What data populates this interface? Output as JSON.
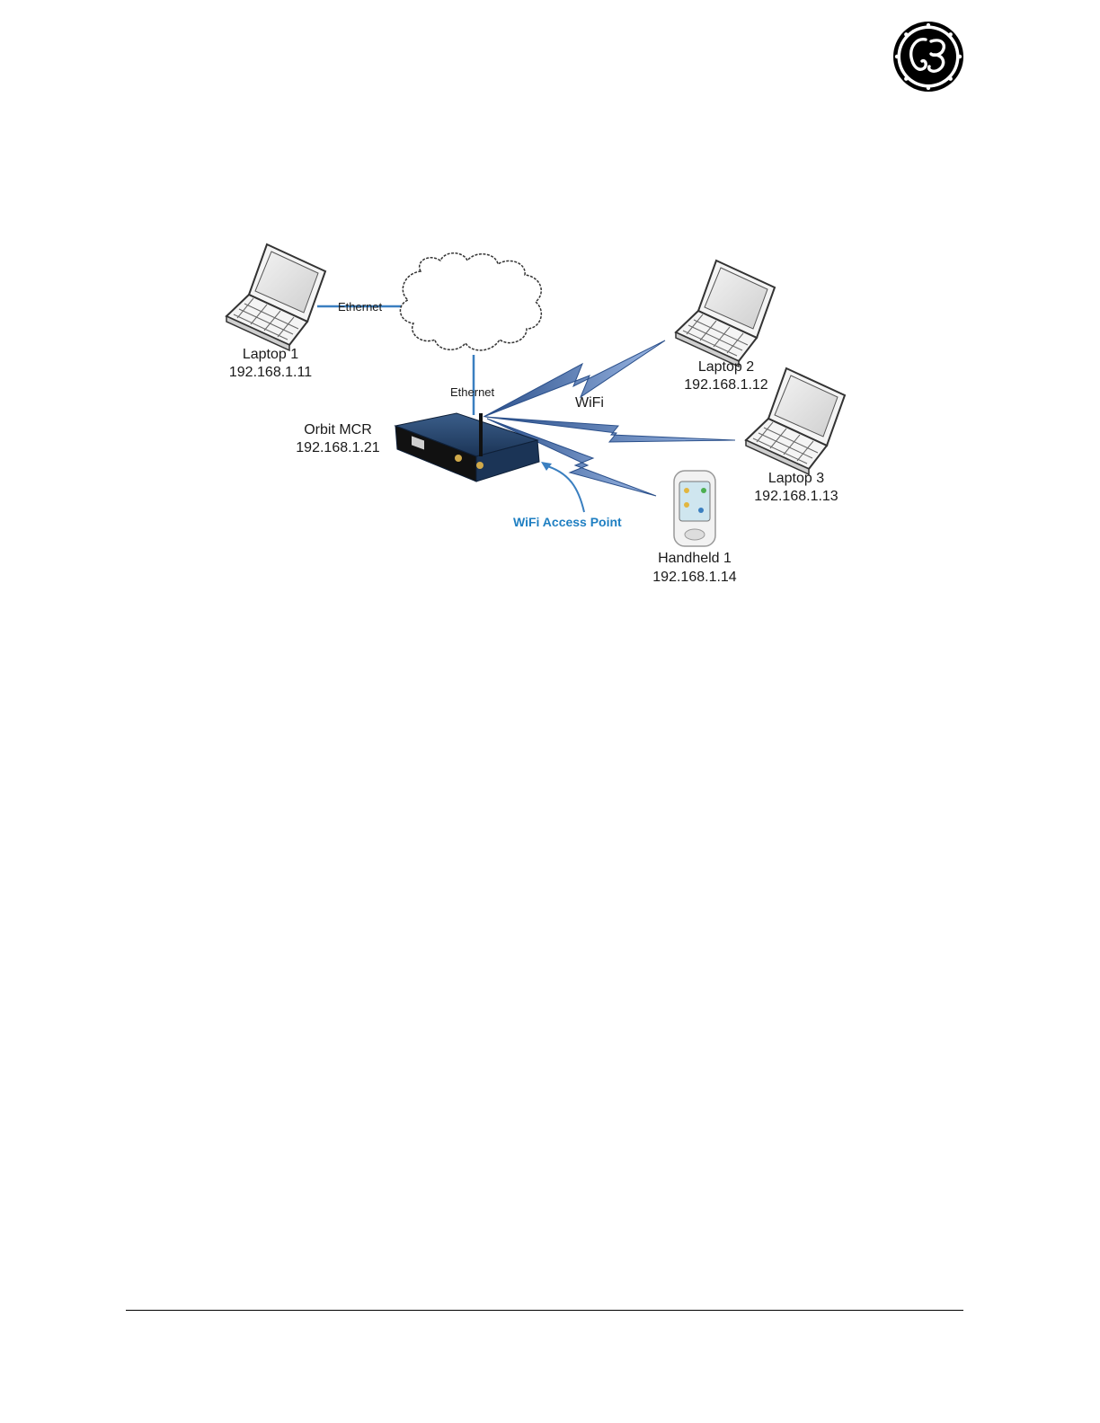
{
  "diagram": {
    "labels": {
      "ethernet_top": "Ethernet",
      "ethernet_mid": "Ethernet",
      "wifi": "WiFi",
      "access_point": "WiFi Access Point"
    },
    "router": {
      "name": "Orbit MCR",
      "ip": "192.168.1.21"
    },
    "devices": [
      {
        "name": "Laptop 1",
        "ip": "192.168.1.11"
      },
      {
        "name": "Laptop 2",
        "ip": "192.168.1.12"
      },
      {
        "name": "Laptop 3",
        "ip": "192.168.1.13"
      },
      {
        "name": "Handheld 1",
        "ip": "192.168.1.14"
      }
    ]
  },
  "colors": {
    "link_blue": "#3a7fc0",
    "wifi_bolt": "#7aa1d8",
    "router_body": "#1e3d63",
    "accent_text": "#1f7fc2"
  },
  "icons": [
    "ge-logo-icon",
    "laptop-icon",
    "cloud-icon",
    "router-icon",
    "handheld-icon",
    "lightning-bolt-icon"
  ]
}
